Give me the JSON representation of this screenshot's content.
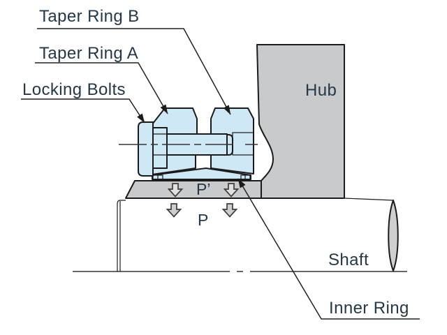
{
  "diagram": {
    "description": "Cross-section diagram of a taper-ring shaft locking device clamping a hub to a shaft",
    "labels": {
      "taper_ring_b": "Taper Ring B",
      "taper_ring_a": "Taper Ring A",
      "locking_bolts": "Locking Bolts",
      "hub": "Hub",
      "shaft": "Shaft",
      "inner_ring": "Inner Ring",
      "force_p_prime": "P’",
      "force_p": "P"
    },
    "colors": {
      "part_fill_blue": "#cfe8f6",
      "part_fill_gray": "#c9cacc",
      "shaft_end_gray": "#cfcfcf",
      "arrow_fill_upper": "#e0e0e0",
      "arrow_fill_lower": "#cdcdcd",
      "outline": "#1b1b1b",
      "label_text": "#253847",
      "background": "#ffffff"
    }
  }
}
